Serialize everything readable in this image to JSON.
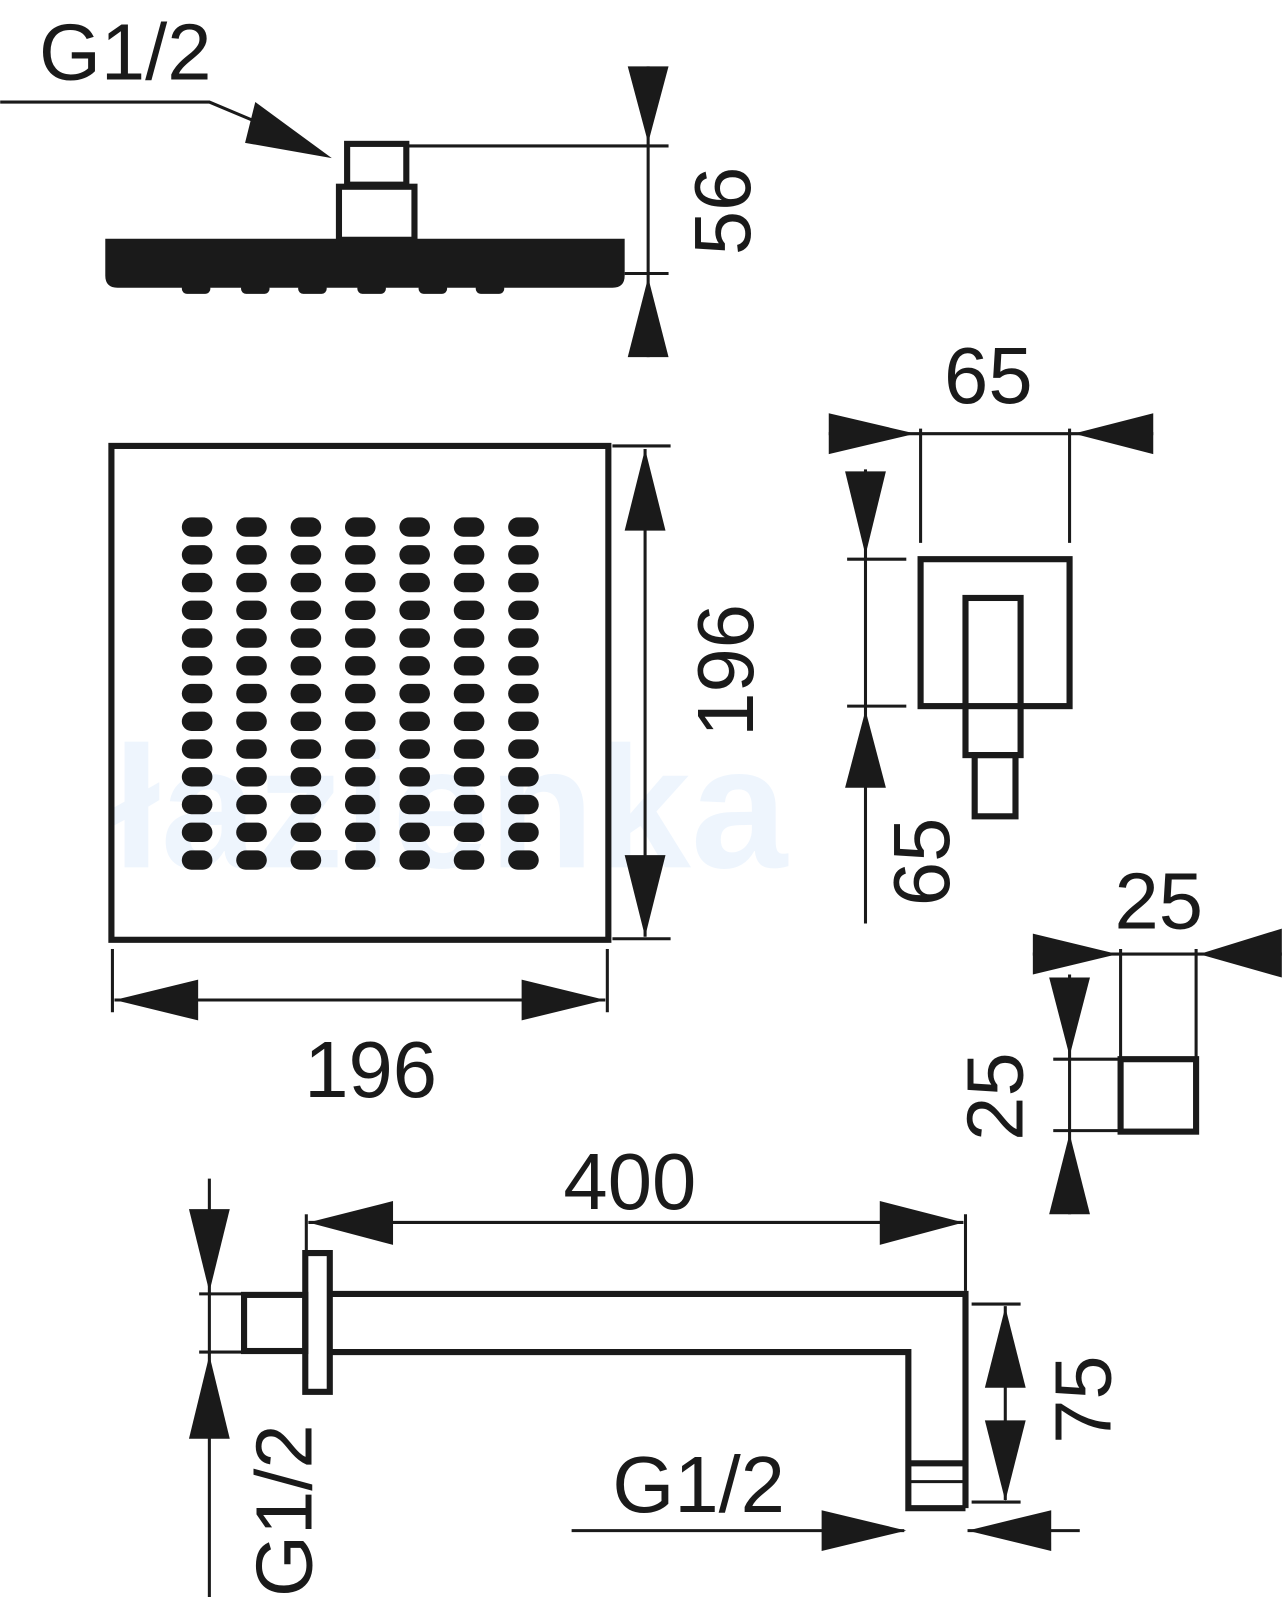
{
  "title": "Shower head set dimensional drawing",
  "watermark": "łazienka",
  "colors": {
    "ink": "#1a1a1a",
    "watermark": "#dbeafb"
  },
  "head_side": {
    "thread_label": "G1/2",
    "height": "56"
  },
  "head_top": {
    "width": "196",
    "depth": "196",
    "nozzle_rows": 13,
    "nozzle_cols": 7
  },
  "wall_plate": {
    "width": "65",
    "height": "65"
  },
  "arm_section": {
    "width": "25",
    "height": "25"
  },
  "arm": {
    "length": "400",
    "drop": "75",
    "wall_thread": "G1/2",
    "outlet_thread": "G1/2"
  }
}
